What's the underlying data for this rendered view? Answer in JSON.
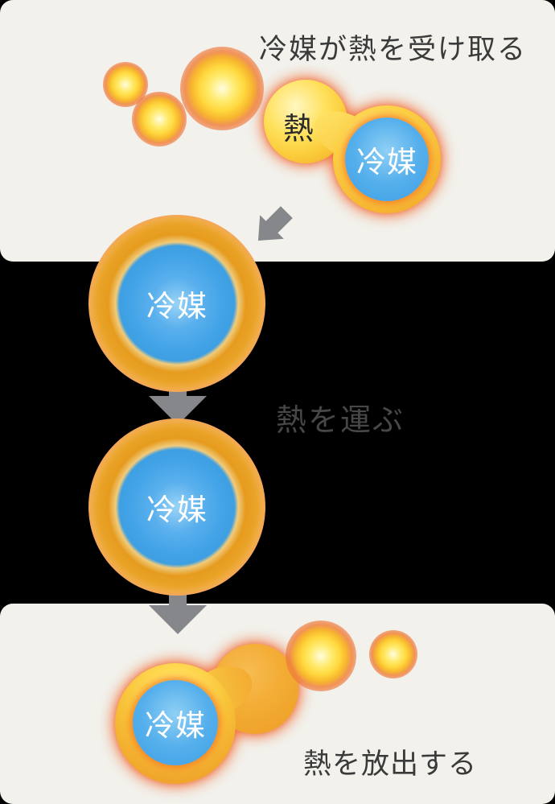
{
  "page": {
    "background": "#000000",
    "card_background": "#F2F1EB"
  },
  "sections": {
    "receive": {
      "title": "冷媒が熱を受け取る",
      "heat_label": "熱",
      "refrigerant_label": "冷媒"
    },
    "carry": {
      "label": "熱を運ぶ",
      "refrigerant_label_top": "冷媒",
      "refrigerant_label_bottom": "冷媒"
    },
    "release": {
      "label": "熱を放出する",
      "refrigerant_label": "冷媒"
    }
  },
  "colors": {
    "heat_yellow": "#FFD83E",
    "heat_orange": "#F0A42A",
    "glow_red_orange": "#F15C28",
    "refrigerant_blue": "#41A1E5",
    "ring_amber": "#E79E22",
    "ring_salmon": "#F8A263",
    "arrow_gray": "#85878A",
    "text_dark": "#3A3A3A"
  }
}
